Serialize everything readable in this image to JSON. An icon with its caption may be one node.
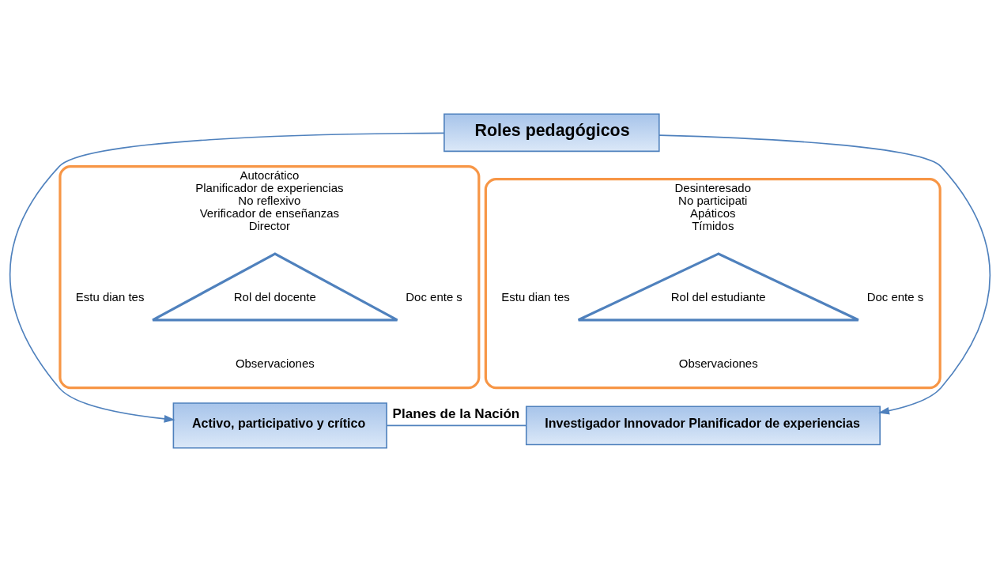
{
  "diagram": {
    "nodes": [
      {
        "text": [
          "Roles pedagógicos"
        ]
      },
      {
        "text": [
          "Desinteresado",
          "No participati",
          "Apáticos",
          "Tímidos"
        ]
      },
      {
        "text": [
          "Rol del estudiante"
        ],
        "in": 1,
        "beside": [
          "Estu dian tes",
          "Doc ente s",
          "Observaciones"
        ]
      },
      {
        "text": [
          "Autocrático",
          "Planificador de experiencias",
          "No reflexivo",
          "Verificador de enseñanzas",
          "Director"
        ]
      },
      {
        "text": [
          "Rol del docente"
        ],
        "in": 3,
        "beside": [
          "Estu dian tes",
          "Doc ente s",
          "Observaciones"
        ]
      },
      {
        "text": [
          "Activo, participativo y crítico"
        ]
      },
      {
        "text": [
          "Investigador Innovador Planificador de experiencias"
        ]
      }
    ],
    "edges": [
      {
        "from": 0,
        "to": 5,
        "arrow": "to"
      },
      {
        "from": 0,
        "to": 6,
        "arrow": "to"
      },
      {
        "from": 5,
        "to": 6,
        "arrow": "none",
        "label": "Planes de la Nación"
      }
    ]
  }
}
